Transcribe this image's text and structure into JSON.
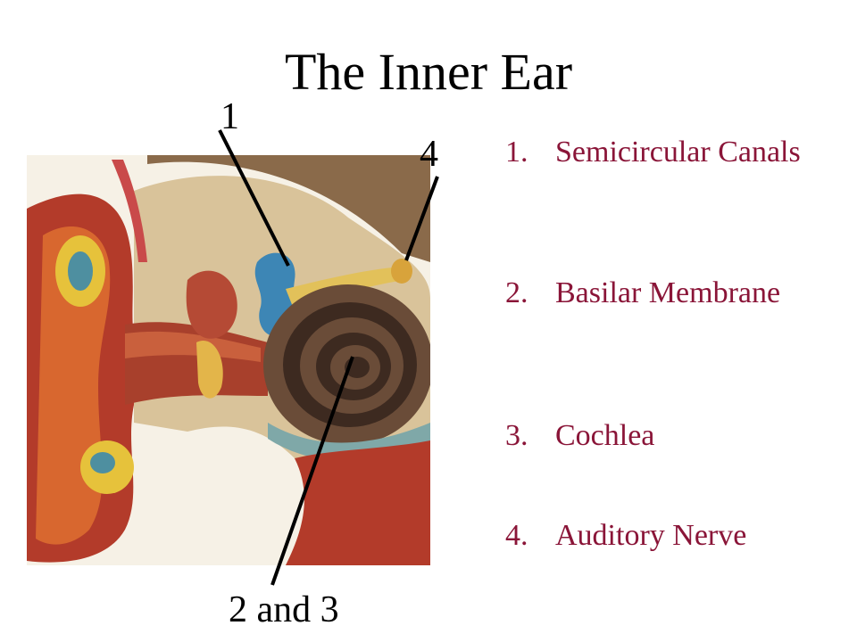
{
  "slide": {
    "title": "The Inner Ear"
  },
  "callouts": {
    "label_1": "1",
    "label_4": "4",
    "label_2_and_3": "2 and 3"
  },
  "parts_list": [
    {
      "number": "1.",
      "name": "Semicircular Canals"
    },
    {
      "number": "2.",
      "name": "Basilar Membrane"
    },
    {
      "number": "3.",
      "name": "Cochlea"
    },
    {
      "number": "4.",
      "name": "Auditory Nerve"
    }
  ],
  "colors": {
    "list_text": "#8a1538",
    "title_text": "#000000"
  }
}
